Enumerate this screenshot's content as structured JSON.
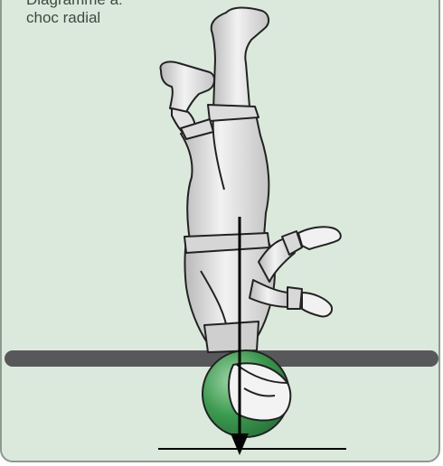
{
  "caption": {
    "line1": "Diagramme a:",
    "line2": "choc radial"
  },
  "colors": {
    "panel_background": "#dbe9dc",
    "panel_border": "#8a9a8c",
    "suit": "#e8e8e8",
    "suit_shadow": "#bdbdbd",
    "helmet": "#2f8a42",
    "helmet_light": "#7fc48a",
    "ground_bar": "#58585a",
    "force_arrow": "#000000"
  },
  "icons": {
    "figure": "inverted-rider-figure",
    "arrow": "impact-force-arrow"
  }
}
